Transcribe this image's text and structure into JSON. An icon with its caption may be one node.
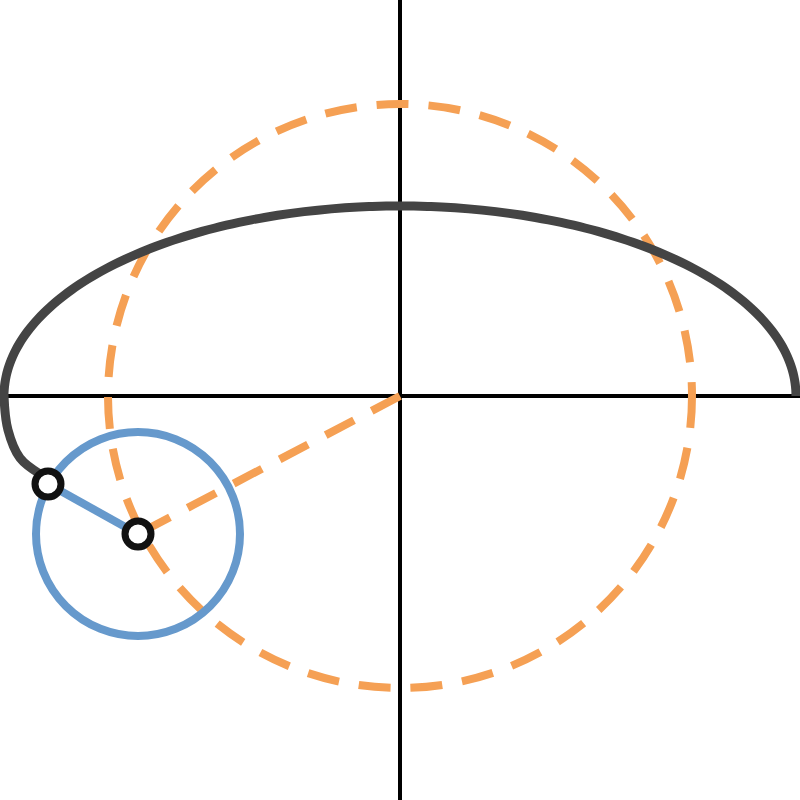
{
  "diagram": {
    "nodes": [
      {
        "text": [],
        "shape": "circle"
      },
      {
        "text": [],
        "shape": "circle"
      }
    ],
    "edges": [
      {
        "from": 0,
        "to": 1,
        "arrow": "none",
        "color": "#6699cc"
      },
      {
        "from": null,
        "to": 1,
        "arrow": "none",
        "style": "dashed",
        "color": "#f5a054"
      }
    ]
  }
}
